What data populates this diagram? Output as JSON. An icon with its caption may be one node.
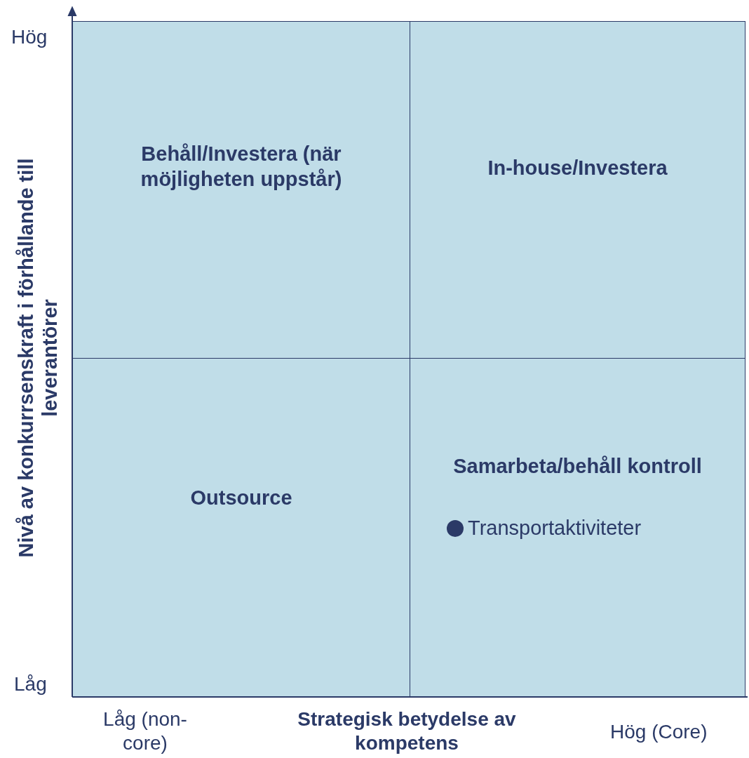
{
  "diagram": {
    "nodes": [
      {
        "text": [
          "Behåll/Investera (när möjligheten uppstår)"
        ]
      },
      {
        "text": [
          "In-house/Investera"
        ]
      },
      {
        "text": [
          "Outsource"
        ]
      },
      {
        "text": [
          "Samarbeta/behåll kontroll"
        ]
      },
      {
        "text": [
          "Transportaktiviteter"
        ],
        "in": 3
      }
    ],
    "labels": [
      "Hög",
      "Nivå av konkurrsenskraft i förhållande till leverantörer",
      "Låg",
      "Låg (non-core)",
      "Strategisk betydelse av kompetens",
      "Hög (Core)"
    ]
  }
}
